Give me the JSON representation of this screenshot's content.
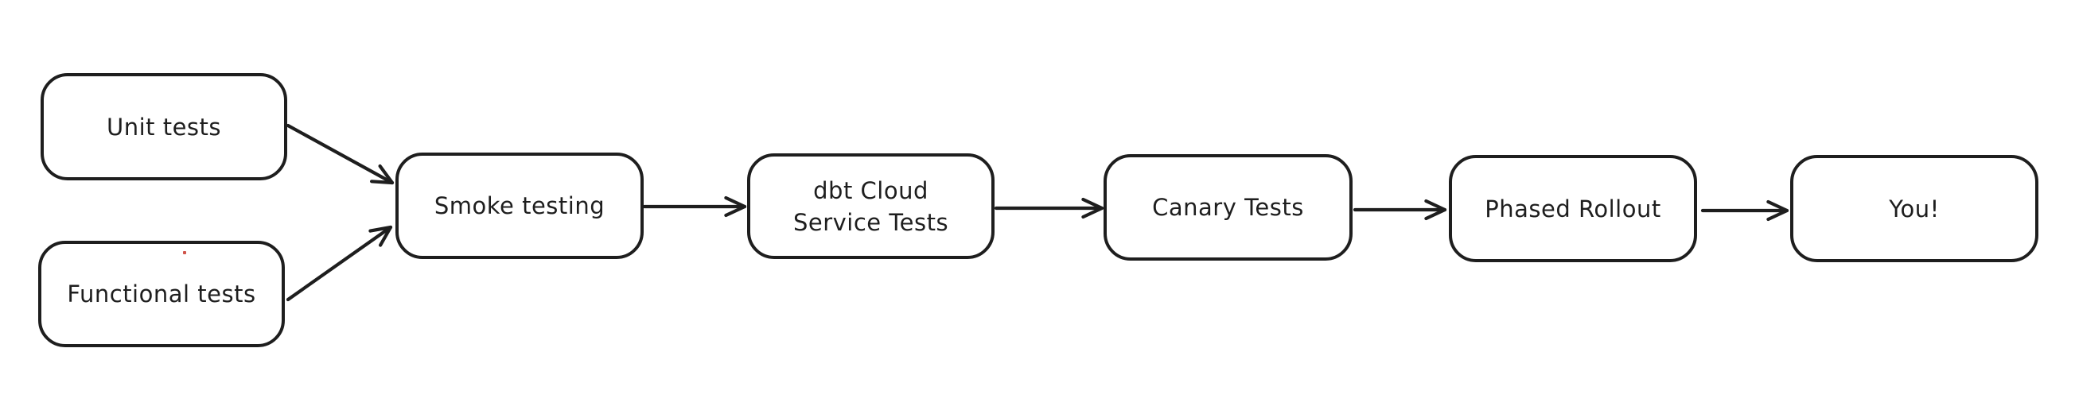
{
  "diagram": {
    "type": "flowchart",
    "style": "hand-drawn",
    "background_color": "#ffffff",
    "stroke_color": "#1e1e1e",
    "nodes": [
      {
        "id": "unit-tests",
        "label": "Unit tests"
      },
      {
        "id": "functional-tests",
        "label": "Functional tests"
      },
      {
        "id": "smoke-testing",
        "label": "Smoke testing"
      },
      {
        "id": "dbt-cloud-service-tests",
        "label": "dbt Cloud\nService Tests"
      },
      {
        "id": "canary-tests",
        "label": "Canary Tests"
      },
      {
        "id": "phased-rollout",
        "label": "Phased Rollout"
      },
      {
        "id": "you",
        "label": "You!"
      }
    ],
    "edges": [
      {
        "from": "unit-tests",
        "to": "smoke-testing"
      },
      {
        "from": "functional-tests",
        "to": "smoke-testing"
      },
      {
        "from": "smoke-testing",
        "to": "dbt-cloud-service-tests"
      },
      {
        "from": "dbt-cloud-service-tests",
        "to": "canary-tests"
      },
      {
        "from": "canary-tests",
        "to": "phased-rollout"
      },
      {
        "from": "phased-rollout",
        "to": "you"
      }
    ]
  }
}
